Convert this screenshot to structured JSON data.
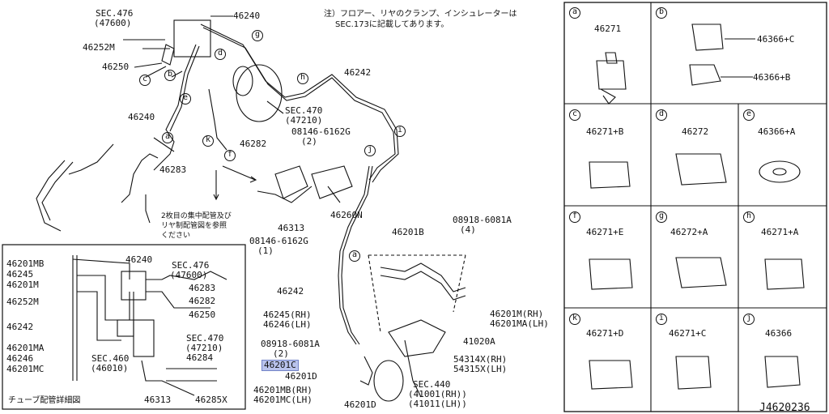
{
  "note": {
    "line1": "注）フロアー、リヤのクランプ、インシュレーターは",
    "line2": "SEC.173に記載してあります。"
  },
  "diagram_id": "J4620236",
  "labels": {
    "sec476_a": "SEC.476",
    "sec476_b": "(47600)",
    "p46240_top": "46240",
    "p46252m": "46252M",
    "p46250": "46250",
    "p46242_top": "46242",
    "sec470_a": "SEC.470",
    "sec470_b": "(47210)",
    "bolt1_a": "08146-6162G",
    "bolt1_b": "(2)",
    "p46240_mid": "46240",
    "p46282": "46282",
    "p46283": "46283",
    "jp_note1": "2枚目の集中配管及び",
    "jp_note2": "リヤ制配管図を参照",
    "jp_note3": "ください",
    "p46313": "46313",
    "p46260n": "46260N",
    "bolt2_a": "08146-6162G",
    "bolt2_b": "(1)",
    "nut1_a": "08918-6081A",
    "nut1_b": "(4)",
    "p46201b": "46201B",
    "p46242_low": "46242",
    "p46201m_rh": "46201M(RH)",
    "p46201ma_lh": "46201MA(LH)",
    "p46245_rh": "46245(RH)",
    "p46246_lh": "46246(LH)",
    "p41020a": "41020A",
    "nut2_a": "08918-6081A",
    "nut2_b": "(2)",
    "p46201c": "46201C",
    "p46201d_a": "46201D",
    "p54314x": "54314X(RH)",
    "p54315x": "54315X(LH)",
    "sec440_a": "SEC.440",
    "sec440_b": "(41001(RH))",
    "sec440_c": "(41011(LH))",
    "p46201mb": "46201MB(RH)",
    "p46201mc": "46201MC(LH)",
    "p46201d_b": "46201D"
  },
  "detail": {
    "title": "チューブ配管詳細図",
    "left": [
      "46201MB",
      "46245",
      "46201M",
      "46252M",
      "46242",
      "46201MA",
      "46246",
      "46201MC"
    ],
    "top_a": "46240",
    "top_b": "SEC.476",
    "top_c": "(47600)",
    "right": [
      "46283",
      "46282",
      "46250"
    ],
    "sec470_a": "SEC.470",
    "sec470_b": "(47210)",
    "sec460_a": "SEC.460",
    "sec460_b": "(46010)",
    "p46284": "46284",
    "p46313": "46313",
    "p46285x": "46285X"
  },
  "callouts": [
    "a",
    "b",
    "c",
    "d",
    "e",
    "f",
    "g",
    "h",
    "i",
    "j",
    "k"
  ],
  "cells": [
    {
      "letter": "a",
      "parts": [
        "46271"
      ]
    },
    {
      "letter": "b",
      "parts": [
        "46366+C",
        "46366+B"
      ]
    },
    {
      "letter": "c",
      "parts": [
        "46271+B"
      ]
    },
    {
      "letter": "d",
      "parts": [
        "46272"
      ]
    },
    {
      "letter": "e",
      "parts": [
        "46366+A"
      ]
    },
    {
      "letter": "f",
      "parts": [
        "46271+E"
      ]
    },
    {
      "letter": "g",
      "parts": [
        "46272+A"
      ]
    },
    {
      "letter": "h",
      "parts": [
        "46271+A"
      ]
    },
    {
      "letter": "k",
      "parts": [
        "46271+D"
      ]
    },
    {
      "letter": "i",
      "parts": [
        "46271+C"
      ]
    },
    {
      "letter": "j",
      "parts": [
        "46366"
      ]
    }
  ]
}
